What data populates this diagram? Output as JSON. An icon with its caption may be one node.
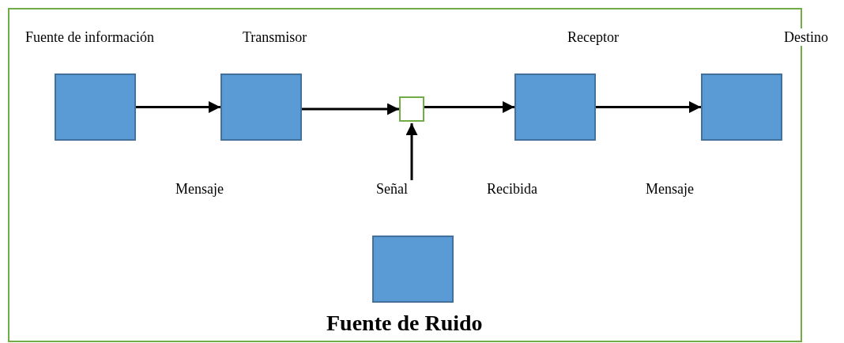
{
  "diagram": {
    "nodes": [
      {
        "text": [],
        "shape": "box"
      },
      {
        "text": [
          "Fuente de información"
        ],
        "in": 0
      },
      {
        "text": [
          "Transmisor"
        ],
        "in": 0
      },
      {
        "text": [],
        "shape": "box",
        "in": 0
      },
      {
        "text": [
          "Receptor"
        ],
        "in": 0
      },
      {
        "text": [
          "Destino"
        ]
      },
      {
        "text": [
          "Señal"
        ],
        "in": 0
      },
      {
        "text": [
          "Fuente de Ruido"
        ],
        "in": 0
      }
    ],
    "edges": [
      {
        "from": 1,
        "to": 2,
        "arrow": "to"
      },
      {
        "from": 2,
        "to": 3,
        "arrow": "to"
      },
      {
        "from": 3,
        "to": 4,
        "arrow": "to"
      },
      {
        "from": 4,
        "to": 5,
        "arrow": "to"
      },
      {
        "from": 6,
        "to": 3,
        "arrow": "to"
      }
    ],
    "labels": [
      "Mensaje",
      "Recibida",
      "Mensaje"
    ]
  }
}
